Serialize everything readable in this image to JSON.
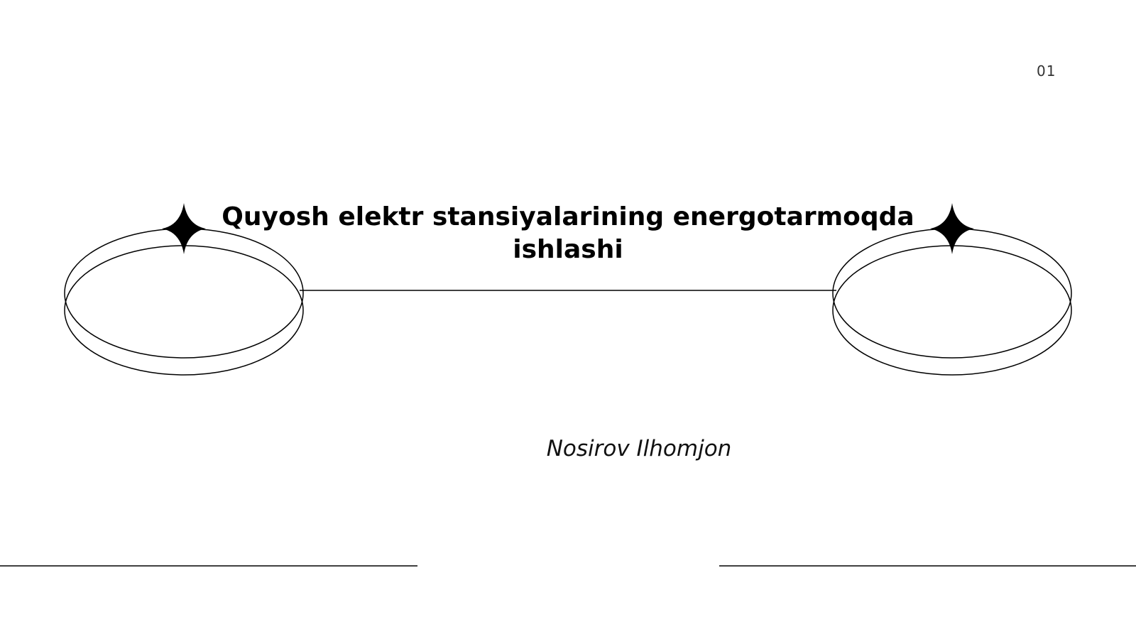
{
  "slide": {
    "page_number": "01",
    "title": "Quyosh elektr stansiyalarining energotarmoqda ishlashi",
    "author": "Nosirov Ilhomjon"
  },
  "decor": {
    "left_ring_icon": "double-ellipse-ring-icon",
    "right_ring_icon": "double-ellipse-ring-icon",
    "sparkle_icon": "four-point-star-icon",
    "stroke_color": "#000000",
    "background_color": "#ffffff"
  }
}
